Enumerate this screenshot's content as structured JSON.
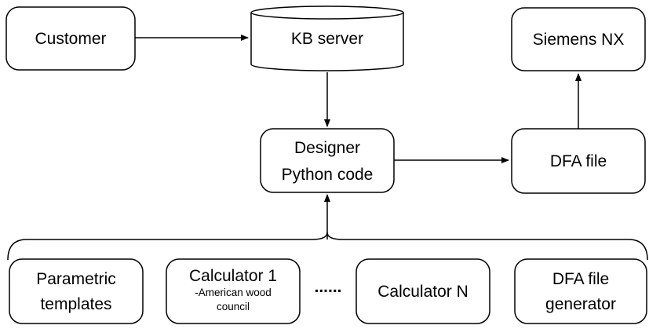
{
  "nodes": {
    "customer": "Customer",
    "kb_server": "KB server",
    "siemens_nx": "Siemens NX",
    "designer_line1": "Designer",
    "designer_line2": "Python code",
    "dfa_file": "DFA file",
    "parametric_line1": "Parametric",
    "parametric_line2": "templates",
    "calc1_title": "Calculator 1",
    "calc1_sub1": "-American wood",
    "calc1_sub2": "council",
    "ellipsis": "......",
    "calcN": "Calculator N",
    "dfa_gen_line1": "DFA file",
    "dfa_gen_line2": "generator"
  }
}
